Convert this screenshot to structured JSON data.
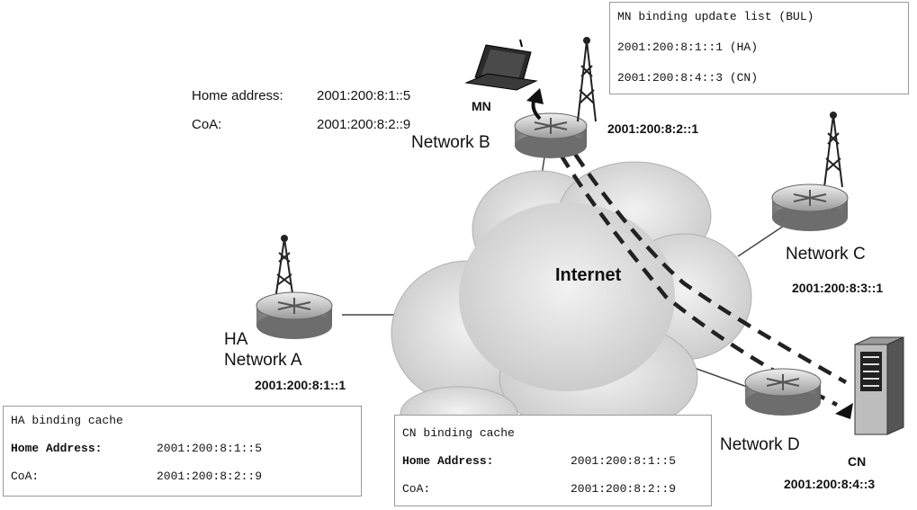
{
  "mn": {
    "label": "MN",
    "home_address_label": "Home address:",
    "home_address": "2001:200:8:1::5",
    "coa_label": "CoA:",
    "coa": "2001:200:8:2::9"
  },
  "networks": {
    "a": {
      "role": "HA",
      "name": "Network A",
      "address": "2001:200:8:1::1"
    },
    "b": {
      "name": "Network B",
      "address": "2001:200:8:2::1"
    },
    "c": {
      "name": "Network C",
      "address": "2001:200:8:3::1"
    },
    "d": {
      "name": "Network D"
    }
  },
  "internet": {
    "label": "Internet"
  },
  "cn": {
    "label": "CN",
    "address": "2001:200:8:4::3"
  },
  "bul_box": {
    "title": "MN binding update list (BUL)",
    "entries": [
      "2001:200:8:1::1 (HA)",
      "2001:200:8:4::3 (CN)"
    ]
  },
  "ha_box": {
    "title": "HA binding cache",
    "home_label": "Home Address:",
    "home_value": "2001:200:8:1::5",
    "coa_label": "CoA:",
    "coa_value": "2001:200:8:2::9"
  },
  "cn_box": {
    "title": "CN binding cache",
    "home_label": "Home Address:",
    "home_value": "2001:200:8:1::5",
    "coa_label": "CoA:",
    "coa_value": "2001:200:8:2::9"
  }
}
